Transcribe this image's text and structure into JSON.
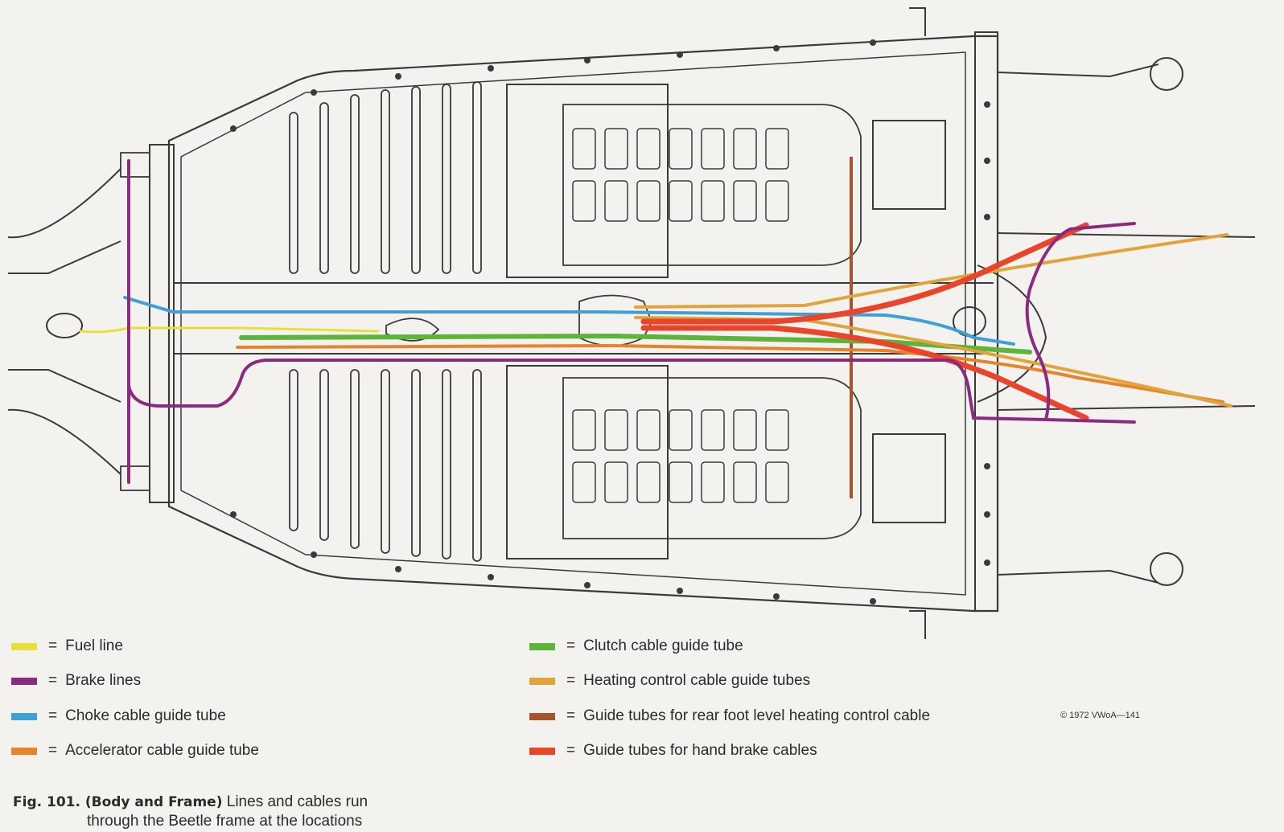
{
  "legend": {
    "left": [
      {
        "label": "Fuel line",
        "color": "#e7e03a"
      },
      {
        "label": "Brake lines",
        "color": "#8b2a7e"
      },
      {
        "label": "Choke cable guide tube",
        "color": "#3f9fd6"
      },
      {
        "label": "Accelerator cable guide tube",
        "color": "#e8832a"
      }
    ],
    "right": [
      {
        "label": "Clutch cable guide tube",
        "color": "#5eb33a"
      },
      {
        "label": "Heating control cable guide tubes",
        "color": "#e2a43a"
      },
      {
        "label": "Guide tubes for rear foot level heating control cable",
        "color": "#a6532f"
      },
      {
        "label": "Guide tubes for hand brake cables",
        "color": "#e8452a"
      }
    ],
    "equals": "="
  },
  "copyright": "© 1972 VWoA—141",
  "caption": {
    "fig": "Fig. 101. (Body and Frame)",
    "line1": "Lines and cables run",
    "line2": "through the Beetle frame at the locations"
  }
}
